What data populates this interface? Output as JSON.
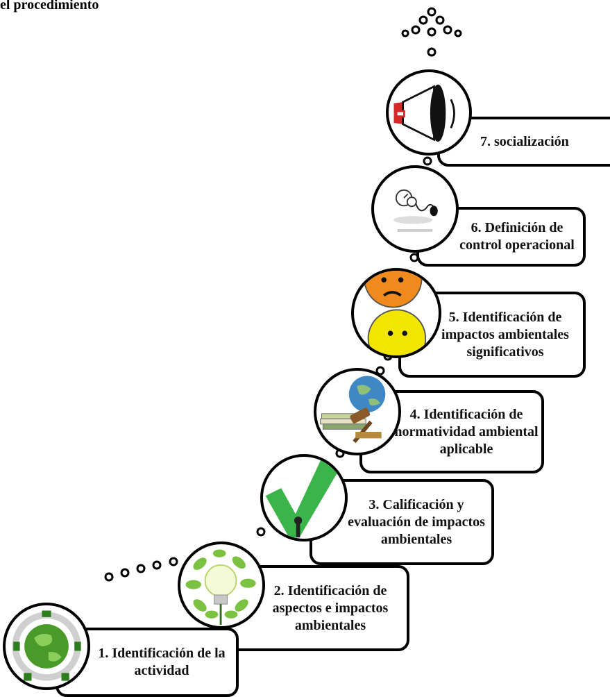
{
  "title": "el procedimiento",
  "steps": [
    {
      "label": "1. Identificación de la actividad",
      "icon": "globe-recycle-icon"
    },
    {
      "label": "2. Identificación de aspectos e impactos ambientales",
      "icon": "lightbulb-leaves-icon"
    },
    {
      "label": "3. Calificación y evaluación de impactos ambientales",
      "icon": "checkmark-icon"
    },
    {
      "label": "4. Identificación de normatividad ambiental aplicable",
      "icon": "globe-gavel-books-icon"
    },
    {
      "label": "5. Identificación de impactos ambientales significativos",
      "icon": "faces-icon"
    },
    {
      "label": "6. Definición de control operacional",
      "icon": "gauge-icon"
    },
    {
      "label": "7. socialización",
      "icon": "megaphone-icon"
    }
  ],
  "colors": {
    "outline": "#000000",
    "check": "#3bb54a",
    "sad_face": "#f08a1c",
    "neutral_face": "#f2e600",
    "megaphone_accent": "#d62828",
    "globe": "#4a9a2a"
  }
}
